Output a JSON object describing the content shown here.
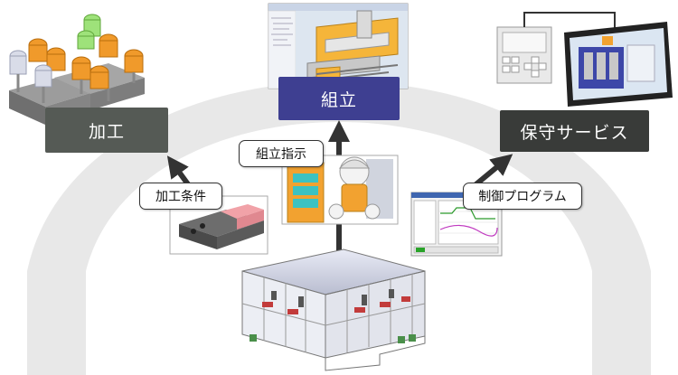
{
  "labels": {
    "processing": "加工",
    "assembly": "組立",
    "maintenance": "保守サービス"
  },
  "callouts": {
    "assembly_instructions": "組立指示",
    "processing_conditions": "加工条件",
    "control_program": "制御プログラム"
  },
  "colors": {
    "processing_box": "#555a55",
    "assembly_box": "#3e3f91",
    "maintenance_box": "#393b39",
    "arc": "#e6e6e6",
    "arrow": "#333333"
  },
  "icons": [
    "machining-tools-icon",
    "cad-assembly-screenshot",
    "control-panel-icon",
    "monitor-icon",
    "worker-figure-icon",
    "machined-part-icon",
    "control-software-screenshot",
    "assembly-machine-icon"
  ]
}
